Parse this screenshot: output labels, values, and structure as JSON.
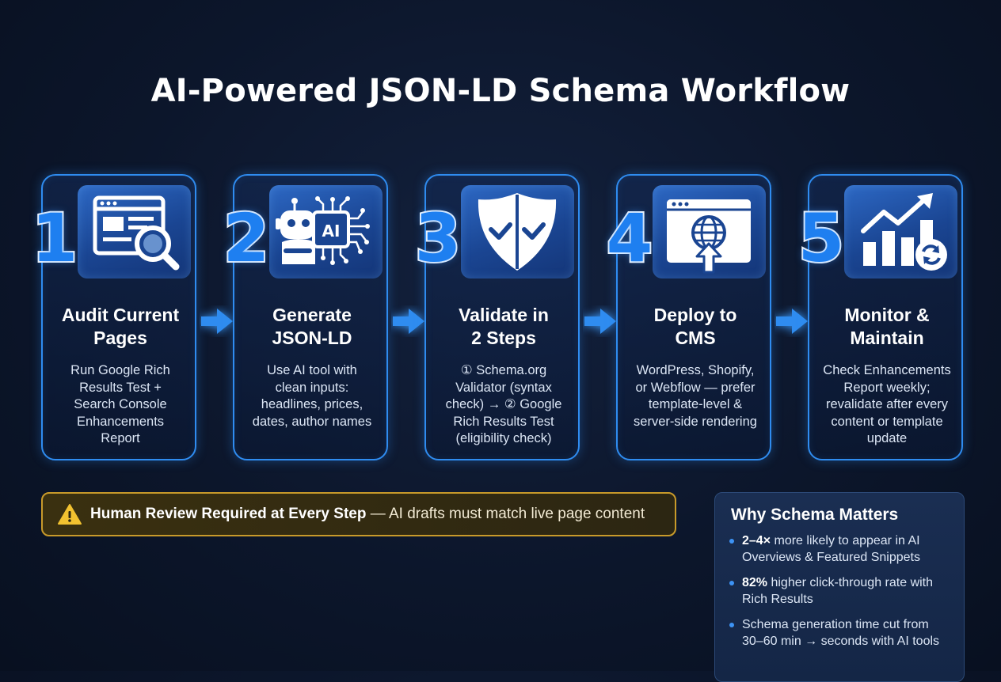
{
  "title": "AI-Powered JSON-LD Schema Workflow",
  "colors": {
    "accent": "#2f8cf0",
    "warning": "#f2c230",
    "background": "#0c162b"
  },
  "steps": [
    {
      "number": "1",
      "icon": "browser-magnifier-icon",
      "title_line1": "Audit Current",
      "title_line2": "Pages",
      "desc": [
        "Run Google Rich",
        "Results Test +",
        "Search Console",
        "Enhancements",
        "Report"
      ]
    },
    {
      "number": "2",
      "icon": "ai-robot-chip-icon",
      "icon_text": "AI",
      "title_line1": "Generate",
      "title_line2": "JSON-LD",
      "desc": [
        "Use AI tool with",
        "clean inputs:",
        "headlines, prices,",
        "dates, author names"
      ]
    },
    {
      "number": "3",
      "icon": "shield-check-icon",
      "title_line1": "Validate in",
      "title_line2": "2 Steps",
      "desc": [
        "① Schema.org",
        "Validator (syntax",
        "check) → ② Google",
        "Rich Results Test",
        "(eligibility check)"
      ]
    },
    {
      "number": "4",
      "icon": "browser-globe-upload-icon",
      "title_line1": "Deploy to",
      "title_line2": "CMS",
      "desc": [
        "WordPress, Shopify,",
        "or Webflow — prefer",
        "template-level &",
        "server-side rendering"
      ]
    },
    {
      "number": "5",
      "icon": "growth-chart-refresh-icon",
      "title_line1": "Monitor &",
      "title_line2": "Maintain",
      "desc": [
        "Check Enhancements",
        "Report weekly;",
        "revalidate after every",
        "content or template",
        "update"
      ]
    }
  ],
  "warning": {
    "icon": "warning-triangle-icon",
    "bold": "Human Review Required at Every Step",
    "text": " — AI drafts must match live page content"
  },
  "panel": {
    "title": "Why Schema Matters",
    "items": [
      {
        "bold": "2–4×",
        "text_line1": " more likely to appear in AI",
        "text_line2": "Overviews & Featured Snippets"
      },
      {
        "bold": "82%",
        "text_line1": " higher click-through rate with",
        "text_line2": "Rich Results"
      },
      {
        "bold": "",
        "text_line1": "Schema generation time cut from",
        "text_line2": "30–60 min → seconds with AI tools"
      }
    ]
  }
}
